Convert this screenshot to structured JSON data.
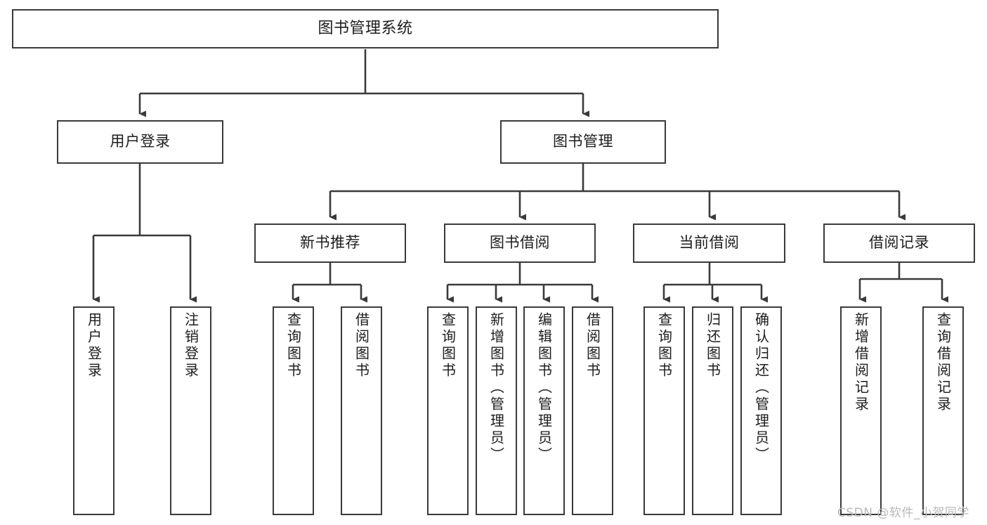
{
  "diagram": {
    "title": "图书管理系统",
    "type": "tree-hierarchy-chart",
    "root": {
      "label": "图书管理系统"
    },
    "level1": [
      {
        "label": "用户登录"
      },
      {
        "label": "图书管理"
      }
    ],
    "level2": [
      {
        "label": "新书推荐"
      },
      {
        "label": "图书借阅"
      },
      {
        "label": "当前借阅"
      },
      {
        "label": "借阅记录"
      }
    ],
    "leaves": {
      "user_login": [
        {
          "label": "用户登录"
        },
        {
          "label": "注销登录"
        }
      ],
      "new_book_recommend": [
        {
          "label": "查询图书"
        },
        {
          "label": "借阅图书"
        }
      ],
      "book_borrow": [
        {
          "label": "查询图书"
        },
        {
          "label": "新增图书（管理员）"
        },
        {
          "label": "编辑图书（管理员）"
        },
        {
          "label": "借阅图书"
        }
      ],
      "current_borrow": [
        {
          "label": "查询图书"
        },
        {
          "label": "归还图书"
        },
        {
          "label": "确认归还（管理员）"
        }
      ],
      "borrow_record": [
        {
          "label": "新增借阅记录"
        },
        {
          "label": "查询借阅记录"
        }
      ]
    }
  },
  "watermark": {
    "text": "CSDN @软件_小贺同学"
  },
  "colors": {
    "stroke": "#3a3a3a",
    "text": "#1c1c1c",
    "background": "#ffffff",
    "watermark": "#b9b9b9"
  }
}
